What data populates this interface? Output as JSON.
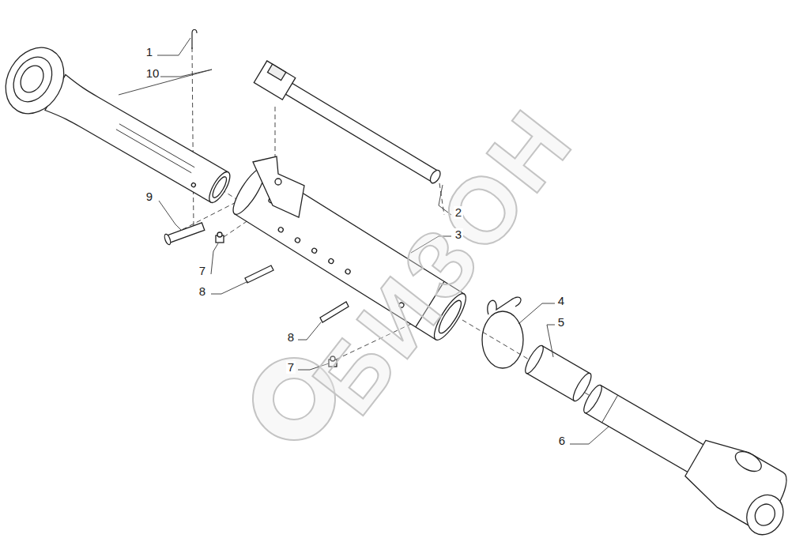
{
  "diagram": {
    "labels": [
      "1",
      "10",
      "2",
      "3",
      "9",
      "7",
      "8",
      "4",
      "5",
      "8",
      "7",
      "6",
      "БИЗОН"
    ]
  }
}
